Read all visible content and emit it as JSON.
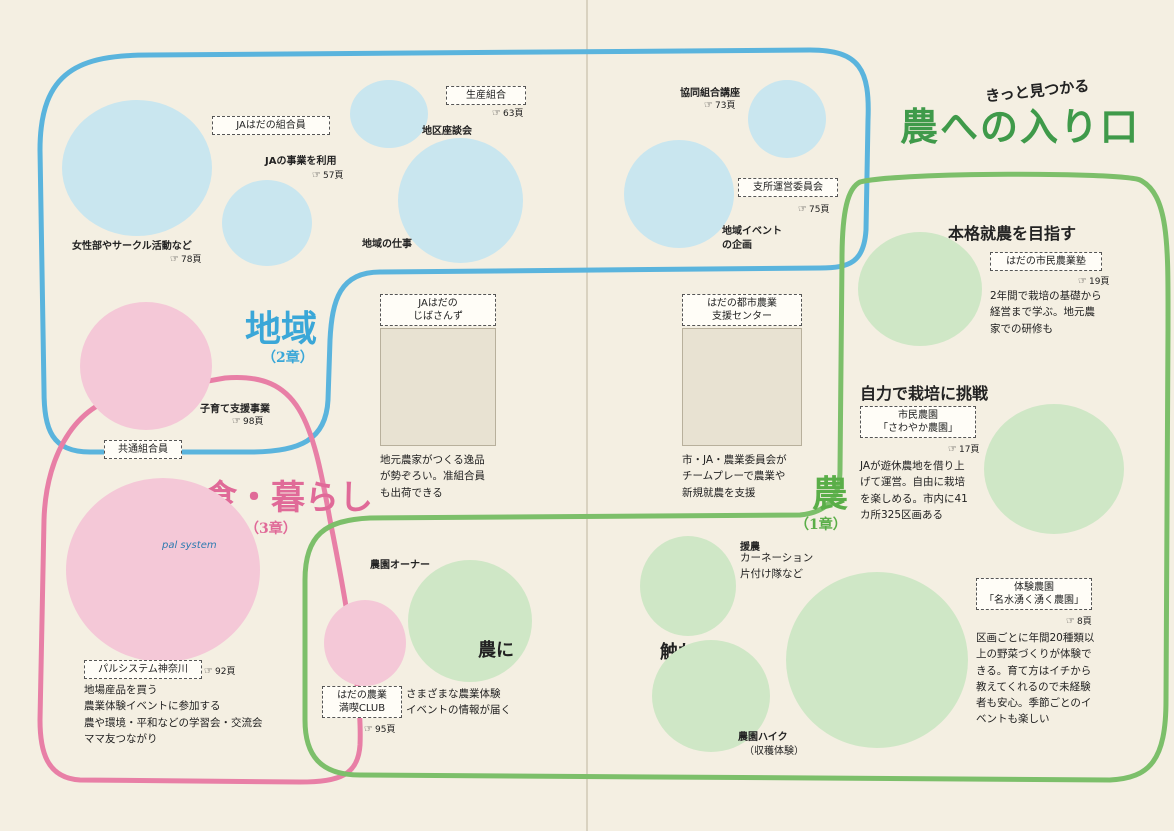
{
  "title": {
    "tagline": "きっと見つかる",
    "main": "農への入り口"
  },
  "sections": {
    "chiiki": {
      "label": "地域",
      "chapter": "（2章）"
    },
    "shoku": {
      "label": "食・暮らし",
      "chapter": "（3章）"
    },
    "nou": {
      "label": "農",
      "chapter": "（1章）"
    }
  },
  "chiiki_items": {
    "jyosei": {
      "caption": "女性部やサークル活動など",
      "page": "78頁"
    },
    "kumiai": {
      "tag": "JAはだの組合員"
    },
    "jigyou": {
      "caption": "JAの事業を利用",
      "page": "57頁"
    },
    "seisan": {
      "tag": "生産組合",
      "page": "63頁"
    },
    "zadankai": {
      "caption": "地区座談会"
    },
    "shigoto": {
      "caption": "地域の仕事"
    },
    "kyoudou": {
      "caption": "協同組合講座",
      "page": "73頁"
    },
    "shisho": {
      "tag": "支所運営委員会",
      "page": "75頁"
    },
    "event": {
      "caption1": "地域イベント",
      "caption2": "の企画"
    },
    "kosodate": {
      "caption": "子育て支援事業",
      "page": "98頁"
    },
    "kyoutsuu": {
      "tag": "共通組合員"
    }
  },
  "center_items": {
    "jibasanzu": {
      "tag1": "JAはだの",
      "tag2": "じばさんず",
      "desc1": "地元農家がつくる逸品",
      "desc2": "が勢ぞろい。准組合員",
      "desc3": "も出荷できる"
    },
    "center": {
      "tag1": "はだの都市農業",
      "tag2": "支援センター",
      "desc1": "市・JA・農業委員会が",
      "desc2": "チームプレーで農業や",
      "desc3": "新規就農を支援"
    }
  },
  "shoku_items": {
    "palsystem": {
      "tag": "パルシステム神奈川",
      "page": "92頁",
      "desc1": "地場産品を買う",
      "desc2": "農業体験イベントに参加する",
      "desc3": "農や環境・平和などの学習会・交流会",
      "desc4": "ママ友つながり"
    },
    "truck_text": "pal system",
    "club": {
      "tag1": "はだの農業",
      "tag2": "満喫CLUB",
      "page": "95頁"
    },
    "owner": {
      "caption": "農園オーナー",
      "desc1": "さまざまな農業体験",
      "desc2": "イベントの情報が届く"
    },
    "nouni": "農に"
  },
  "nou_items": {
    "honkaku": {
      "head": "本格就農を目指す",
      "tag": "はだの市民農業塾",
      "page": "19頁",
      "desc1": "2年間で栽培の基礎から",
      "desc2": "経営まで学ぶ。地元農",
      "desc3": "家での研修も"
    },
    "jiriki": {
      "head": "自力で栽培に挑戦",
      "tag1": "市民農園",
      "tag2": "「さわやか農園」",
      "page": "17頁",
      "desc1": "JAが遊休農地を借り上",
      "desc2": "げて運営。自由に栽培",
      "desc3": "を楽しめる。市内に41",
      "desc4": "カ所325区画ある"
    },
    "ennou": {
      "caption1": "援農",
      "caption2": "カーネーション",
      "caption3": "片付け隊など"
    },
    "fureru": "触れる",
    "hike": {
      "caption1": "農園ハイク",
      "caption2": "（収穫体験）"
    },
    "taiken": {
      "tag1": "体験農園",
      "tag2": "「名水湧く湧く農園」",
      "page": "8頁",
      "desc1": "区画ごとに年間20種類以",
      "desc2": "上の野菜づくりが体験で",
      "desc3": "きる。育て方はイチから",
      "desc4": "教えてくれるので未経験",
      "desc5": "者も安心。季節ごとのイ",
      "desc6": "ベントも楽しい"
    }
  },
  "colors": {
    "blue": "#5ab4dd",
    "pink": "#e87fa6",
    "green": "#7cbf6a",
    "title_green": "#3f9a4a",
    "title_pink": "#e04d86",
    "title_yellow": "#f0b22a"
  }
}
